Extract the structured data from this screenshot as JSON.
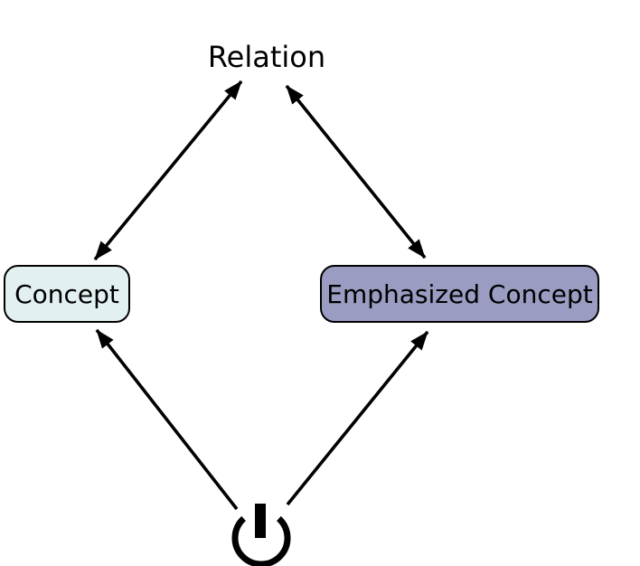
{
  "diagram": {
    "title_context": "concept-map legend",
    "background_color": "#ffffff",
    "line_color": "#000000",
    "relation": {
      "label": "Relation"
    },
    "nodes": [
      {
        "id": "concept",
        "label": "Concept",
        "fill": "#e2f0f2",
        "border": "#000000",
        "emphasized": false
      },
      {
        "id": "emphasized-concept",
        "label": "Emphasized Concept",
        "fill": "#9a9cc2",
        "border": "#000000",
        "emphasized": true
      }
    ],
    "source_icon": {
      "name": "power-icon",
      "color": "#000000"
    },
    "edges": [
      {
        "from": "relation",
        "to": "concept",
        "arrows": "both"
      },
      {
        "from": "relation",
        "to": "emphasized-concept",
        "arrows": "both"
      },
      {
        "from": "power-icon",
        "to": "concept",
        "arrows": "end"
      },
      {
        "from": "power-icon",
        "to": "emphasized-concept",
        "arrows": "end"
      }
    ]
  }
}
